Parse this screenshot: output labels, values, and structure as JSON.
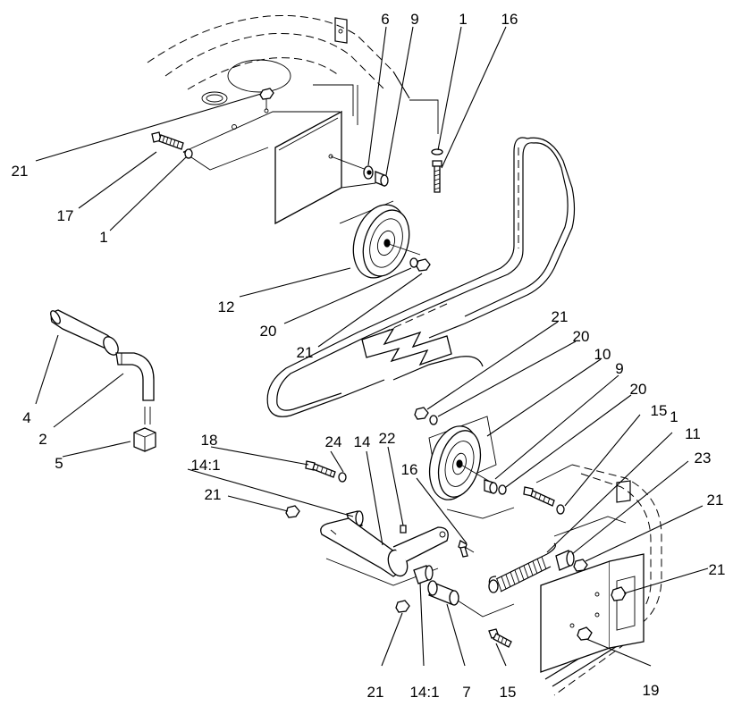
{
  "callouts": [
    {
      "id": "c-6-top",
      "text": "6"
    },
    {
      "id": "c-9-top",
      "text": "9"
    },
    {
      "id": "c-1-top",
      "text": "1"
    },
    {
      "id": "c-16-top",
      "text": "16"
    },
    {
      "id": "c-21-upper-left",
      "text": "21"
    },
    {
      "id": "c-17",
      "text": "17"
    },
    {
      "id": "c-1-left",
      "text": "1"
    },
    {
      "id": "c-12",
      "text": "12"
    },
    {
      "id": "c-20-mid",
      "text": "20"
    },
    {
      "id": "c-21-mid",
      "text": "21"
    },
    {
      "id": "c-4",
      "text": "4"
    },
    {
      "id": "c-2",
      "text": "2"
    },
    {
      "id": "c-5",
      "text": "5"
    },
    {
      "id": "c-21-right-top",
      "text": "21"
    },
    {
      "id": "c-20-right-a",
      "text": "20"
    },
    {
      "id": "c-10",
      "text": "10"
    },
    {
      "id": "c-9-right",
      "text": "9"
    },
    {
      "id": "c-20-right-b",
      "text": "20"
    },
    {
      "id": "c-15-right",
      "text": "15"
    },
    {
      "id": "c-1-right",
      "text": "1"
    },
    {
      "id": "c-11",
      "text": "11"
    },
    {
      "id": "c-23",
      "text": "23"
    },
    {
      "id": "c-21-far-right-a",
      "text": "21"
    },
    {
      "id": "c-21-far-right-b",
      "text": "21"
    },
    {
      "id": "c-18",
      "text": "18"
    },
    {
      "id": "c-24",
      "text": "24"
    },
    {
      "id": "c-14",
      "text": "14"
    },
    {
      "id": "c-22",
      "text": "22"
    },
    {
      "id": "c-14-1-left",
      "text": "14:1"
    },
    {
      "id": "c-16-mid",
      "text": "16"
    },
    {
      "id": "c-21-lower-left",
      "text": "21"
    },
    {
      "id": "c-21-bottom",
      "text": "21"
    },
    {
      "id": "c-14-1-bottom",
      "text": "14:1"
    },
    {
      "id": "c-7",
      "text": "7"
    },
    {
      "id": "c-15-bottom",
      "text": "15"
    },
    {
      "id": "c-19",
      "text": "19"
    }
  ]
}
